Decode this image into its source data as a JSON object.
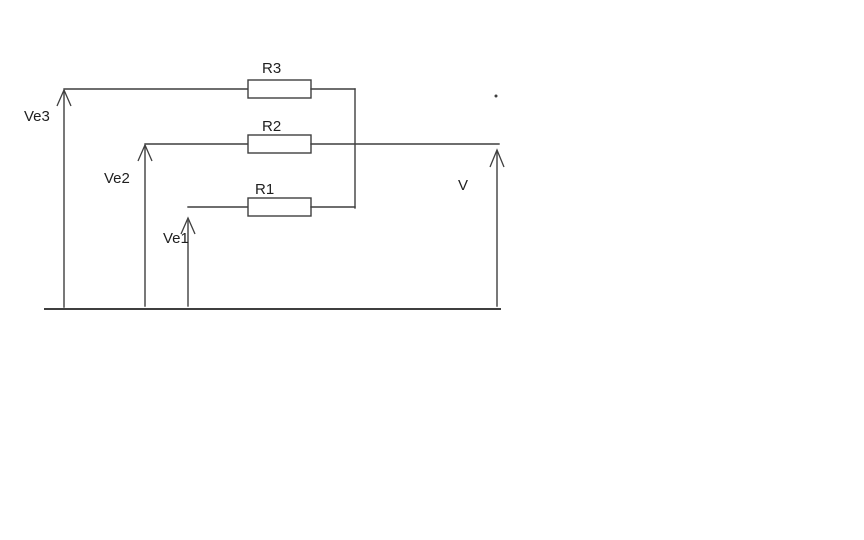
{
  "diagram": {
    "labels": {
      "r3": "R3",
      "r2": "R2",
      "r1": "R1",
      "ve3": "Ve3",
      "ve2": "Ve2",
      "ve1": "Ve1",
      "v": "V"
    },
    "colors": {
      "stroke": "#3f3f3f",
      "text": "#1f1f1f",
      "background": "#ffffff"
    }
  }
}
